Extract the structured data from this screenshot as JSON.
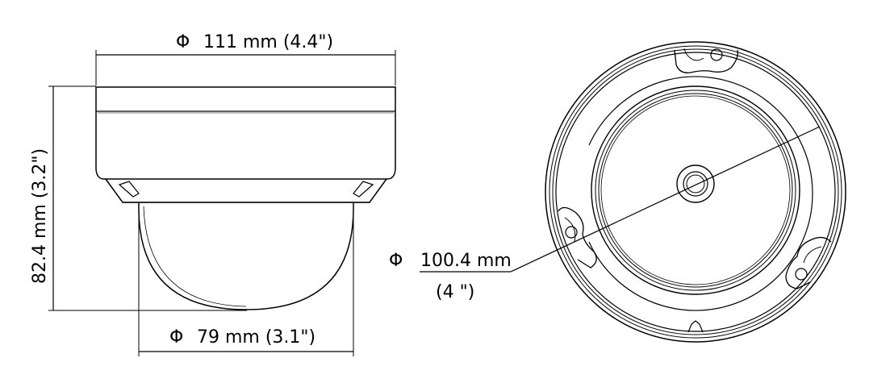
{
  "dimensions": {
    "top_width": {
      "symbol": "Φ",
      "text": "111 mm (4.4\")"
    },
    "height": {
      "text": "82.4 mm (3.2\")"
    },
    "dome_width": {
      "symbol": "Φ",
      "text": "79 mm (3.1\")"
    },
    "base_diameter": {
      "symbol": "Φ",
      "line1": "100.4 mm",
      "line2": "(4 \")"
    }
  }
}
